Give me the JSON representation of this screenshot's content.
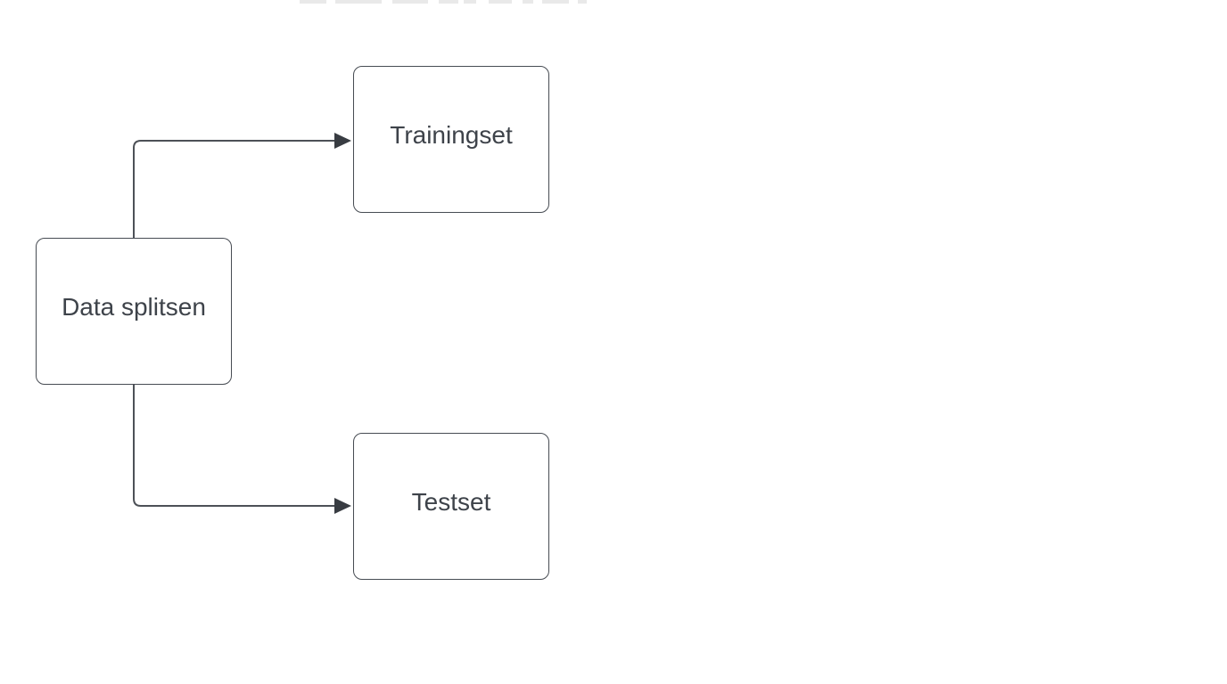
{
  "page": {
    "background": "#ffffff"
  },
  "diagram": {
    "nodes": [
      {
        "id": "data-splitsen",
        "label": "Data splitsen"
      },
      {
        "id": "trainingset",
        "label": "Trainingset"
      },
      {
        "id": "testset",
        "label": "Testset"
      }
    ],
    "edges": [
      {
        "from": "data-splitsen",
        "to": "trainingset",
        "style": "elbow-rounded",
        "arrowhead": "filled-triangle"
      },
      {
        "from": "data-splitsen",
        "to": "testset",
        "style": "elbow-rounded",
        "arrowhead": "filled-triangle"
      }
    ],
    "colors": {
      "node_fill": "#ffffff",
      "node_border": "#474c53",
      "node_label": "#3e434a",
      "connector_stroke": "#4d5157",
      "arrowhead_fill": "#383c42",
      "top_strip_artifact": "#e9e9e9"
    }
  }
}
